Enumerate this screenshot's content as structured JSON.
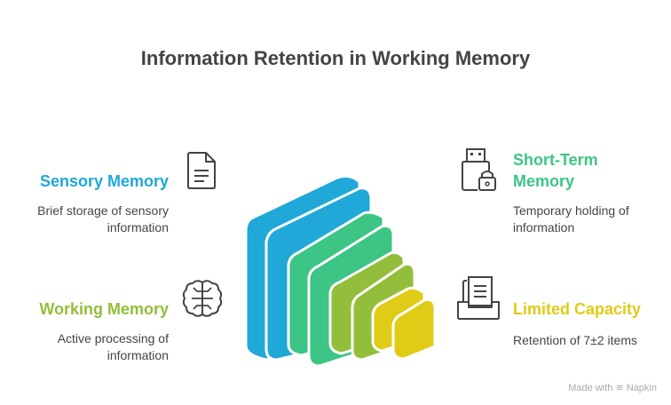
{
  "title": "Information Retention in Working Memory",
  "items": [
    {
      "title": "Sensory Memory",
      "desc_lines": [
        "Brief storage of sensory",
        "information"
      ],
      "color": "#1fa8d8",
      "icon": "document-icon"
    },
    {
      "title_lines": [
        "Short-Term",
        "Memory"
      ],
      "desc_lines": [
        "Temporary holding of",
        "information"
      ],
      "color": "#3cc584",
      "icon": "usb-lock-icon"
    },
    {
      "title": "Working Memory",
      "desc_lines": [
        "Active processing of",
        "information"
      ],
      "color": "#93be3b",
      "icon": "brain-icon"
    },
    {
      "title": "Limited Capacity",
      "desc_lines": [
        "Retention of 7±2 items"
      ],
      "color": "#e0cb16",
      "icon": "inbox-document-icon"
    }
  ],
  "footer": {
    "made_with": "Made with",
    "brand": "Napkin"
  }
}
